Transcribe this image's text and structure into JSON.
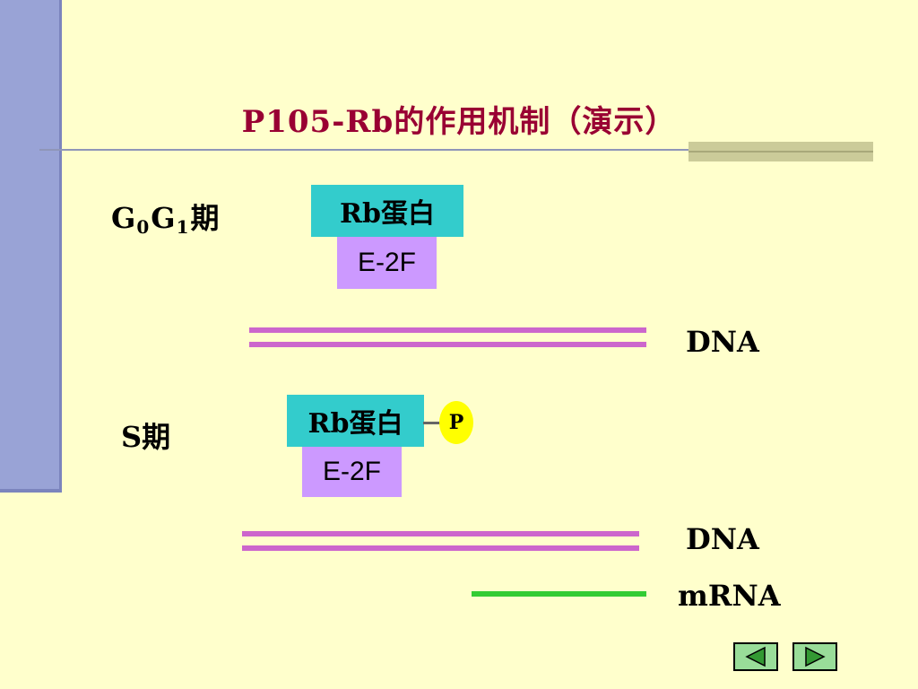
{
  "title": "P105-Rb的作用机制（演示）",
  "stage1": {
    "g": "G",
    "sub0": "0",
    "g2": "G",
    "sub1": "1",
    "suffix": "期"
  },
  "stage2": {
    "label": "S期"
  },
  "rb_label": "Rb蛋白",
  "e2f_label": "E-2F",
  "phosphate_label": "P",
  "dna_label": "DNA",
  "mrna_label": "mRNA",
  "colors": {
    "background": "#ffffcc",
    "title": "#990033",
    "rb_box": "#33cccc",
    "e2f_box": "#cc99ff",
    "dna_strand": "#cc66cc",
    "mrna_strand": "#33cc33",
    "phosphate": "#ffff00",
    "nav_button": "#99dd99"
  },
  "nav": {
    "prev_icon": "triangle-left-icon",
    "next_icon": "triangle-right-icon"
  }
}
